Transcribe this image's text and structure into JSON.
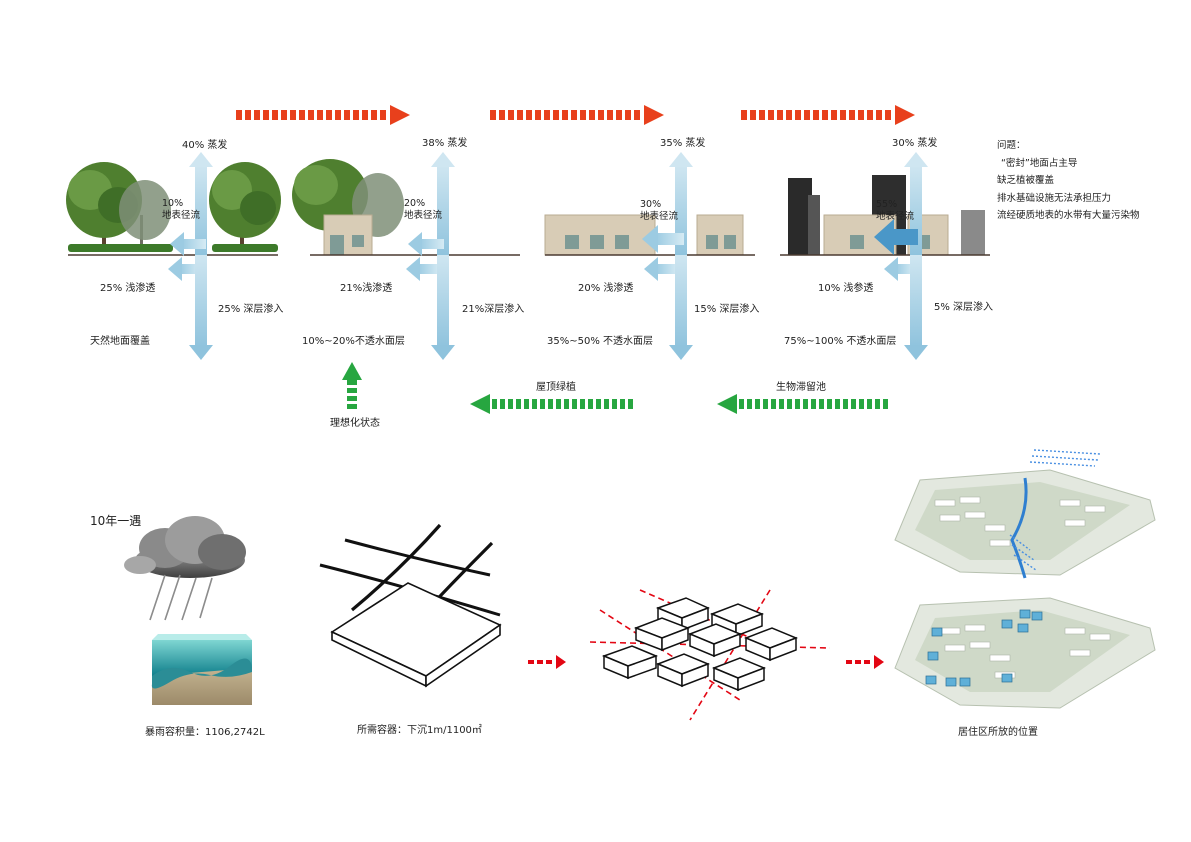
{
  "colors": {
    "red_arrow": "#e8401c",
    "green_arrow": "#27a640",
    "blue_arrow": "#a9d3e6",
    "ground": "#4a3a30",
    "building": "#d8ccb6",
    "tree": "#5f8c3c",
    "red_dash": "#e30613"
  },
  "icons": {
    "trees": "tree-cluster-icon",
    "house": "house-icon",
    "tower": "apartment-tower-icon",
    "cloud": "storm-cloud-icon",
    "soil": "soil-block-icon",
    "grid": "grid-stroke-icon"
  },
  "panels": [
    {
      "evaporation": "40% 蒸发",
      "runoff": "10%\n地表径流",
      "shallow": "25% 浅渗透",
      "deep": "25% 深层渗入",
      "cover": "天然地面覆盖"
    },
    {
      "evaporation": "38% 蒸发",
      "runoff": "20%\n地表径流",
      "shallow": "21%浅渗透",
      "deep": "21%深层渗入",
      "cover": "10%~20%不透水面层"
    },
    {
      "evaporation": "35% 蒸发",
      "runoff": "30%\n地表径流",
      "shallow": "20% 浅渗透",
      "deep": "15% 深层渗入",
      "cover": "35%~50% 不透水面层"
    },
    {
      "evaporation": "30% 蒸发",
      "runoff": "55%\n地表径流",
      "shallow": "10% 浅参透",
      "deep": "5% 深层渗入",
      "cover": "75%~100% 不透水面层"
    }
  ],
  "issues": {
    "title": "问题：",
    "items": [
      "“密封”地面占主导",
      "缺乏植被覆盖",
      "排水基础设施无法承担压力",
      "流经硬质地表的水带有大量污染物"
    ]
  },
  "green_flow": {
    "ideal_label": "理想化状态",
    "roof_label": "屋顶绿植",
    "bio_label": "生物滞留池"
  },
  "bottom": {
    "frequency": "10年一遇",
    "storm_volume": "暴雨容积量：1106,2742L",
    "container": "所需容器：下沉1m/1100㎡",
    "placement": "居住区所放的位置"
  }
}
